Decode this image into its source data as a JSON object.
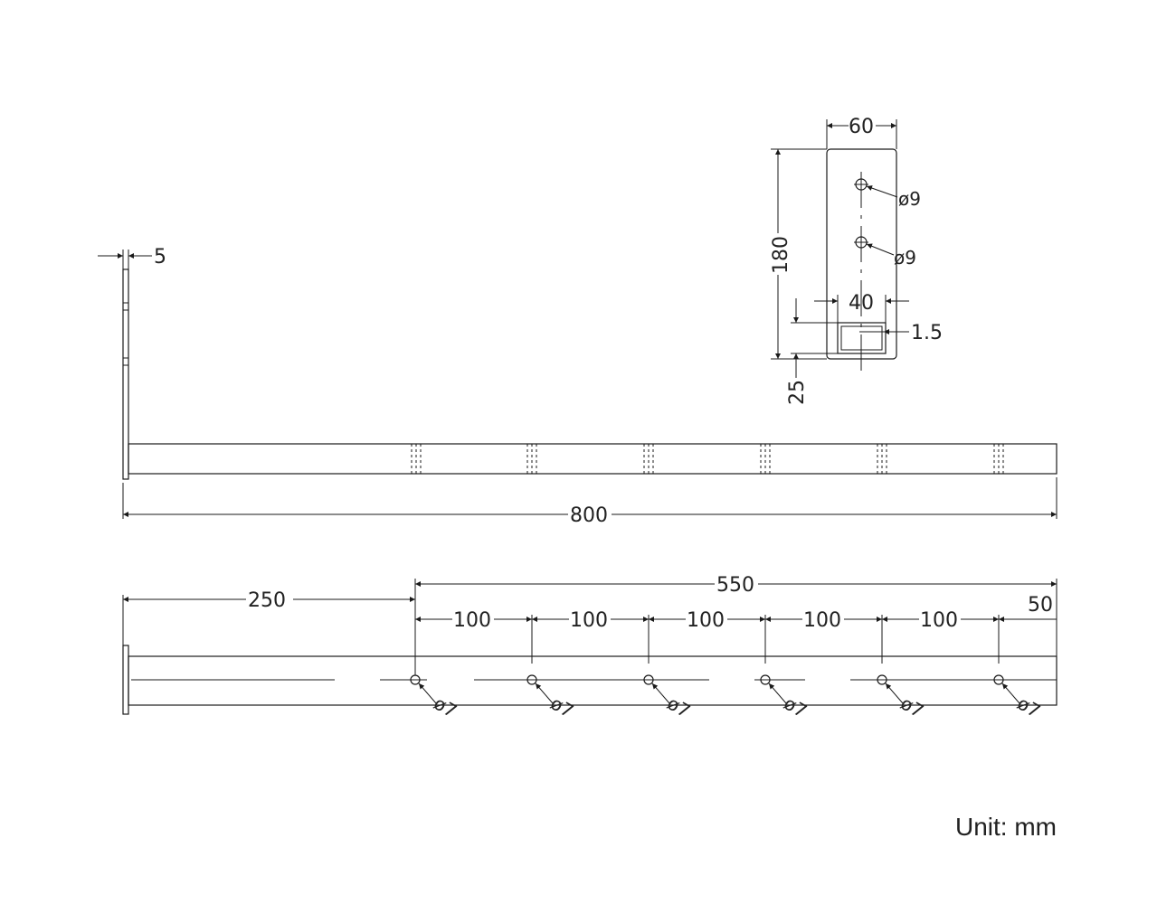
{
  "dimensions": {
    "plate_thickness": "5",
    "overall_length": "800",
    "plate_width": "60",
    "plate_height": "180",
    "tube_width": "40",
    "tube_wall": "1.5",
    "tube_offset": "25",
    "hole_dia_plate_1": "ø9",
    "hole_dia_plate_2": "ø9",
    "first_hole_offset": "250",
    "hole_span": "550",
    "end_margin": "50",
    "hole_spacing": [
      "100",
      "100",
      "100",
      "100",
      "100"
    ],
    "hole_dia_tube": [
      "ø7",
      "ø7",
      "ø7",
      "ø7",
      "ø7",
      "ø7"
    ]
  },
  "unit_label": "Unit: mm",
  "colors": {
    "line": "#1a1a1a",
    "background": "#ffffff"
  }
}
